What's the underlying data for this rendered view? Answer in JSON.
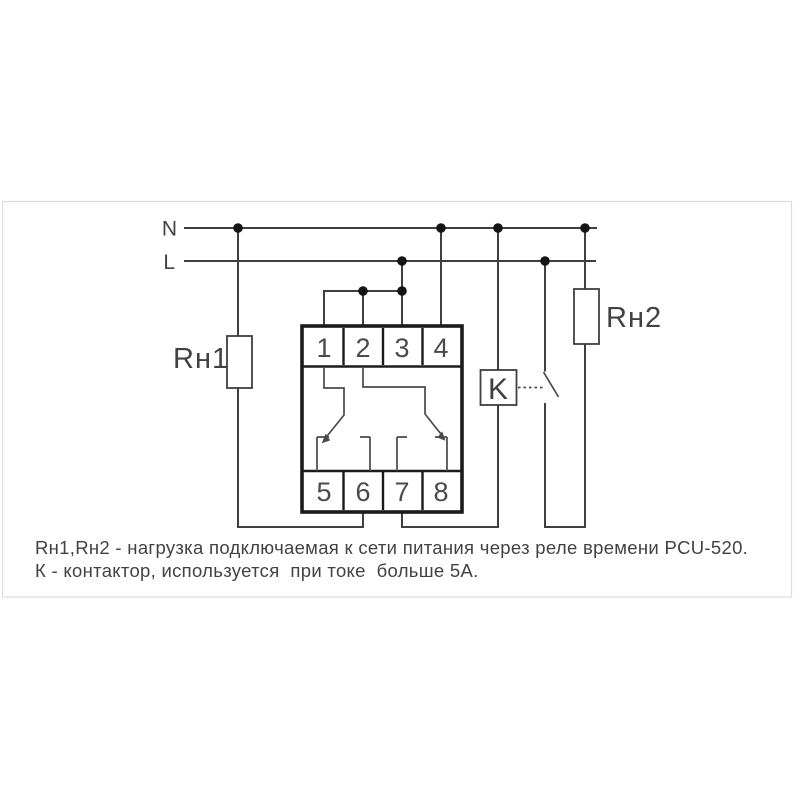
{
  "colors": {
    "background": "#ffffff",
    "frame_border": "#dcdcdc",
    "wire": "#3f3f3f",
    "relay_box_border": "#1b1b1b",
    "text": "#424242",
    "junction_dot": "#141414"
  },
  "power": {
    "neutral_label": "N",
    "phase_label": "L"
  },
  "loads": {
    "rh1_label": "Rн1",
    "rh2_label": "Rн2"
  },
  "contactor_label": "K",
  "relay": {
    "top_terminals": [
      "1",
      "2",
      "3",
      "4"
    ],
    "bottom_terminals": [
      "5",
      "6",
      "7",
      "8"
    ]
  },
  "caption": {
    "line1": "Rн1,Rн2 - нагрузка подключаемая к сети питания через реле времени PCU-520.",
    "line2": "К - контактор, используется  при токе  больше 5А."
  }
}
